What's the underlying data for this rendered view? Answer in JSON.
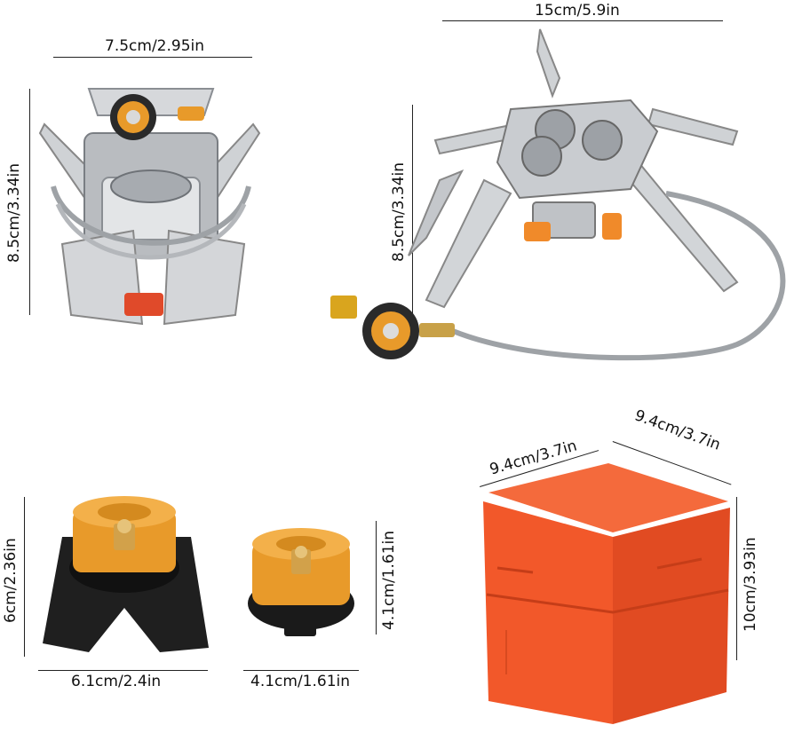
{
  "folded_stove": {
    "width_label": "7.5cm/2.95in",
    "height_label": "8.5cm/3.34in"
  },
  "open_stove": {
    "width_label": "15cm/5.9in",
    "height_label": "8.5cm/3.34in"
  },
  "adapter_base": {
    "height_label": "6cm/2.36in",
    "width_label": "6.1cm/2.4in"
  },
  "adapter_small": {
    "height_label": "4.1cm/1.61in",
    "width_label": "4.1cm/1.61in"
  },
  "storage_case": {
    "depth_label": "9.4cm/3.7in",
    "width_label": "9.4cm/3.7in",
    "height_label": "10cm/3.93in"
  },
  "colors": {
    "steel": "#c9ccd0",
    "steel_dark": "#8a8e93",
    "brass": "#e89a2a",
    "case_orange": "#f2582a",
    "black": "#1d1d1d"
  }
}
